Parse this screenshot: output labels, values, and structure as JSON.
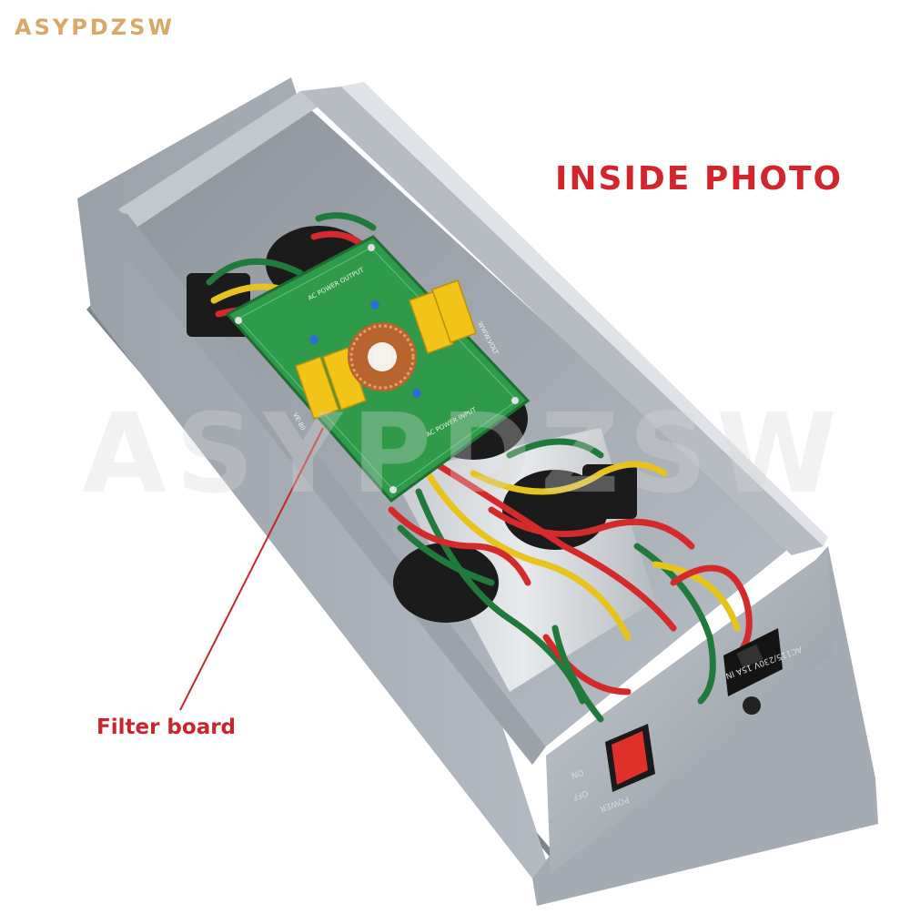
{
  "brand": {
    "text": "ASYPDZSW",
    "color": "#d9a766"
  },
  "headline": {
    "text": "INSIDE PHOTO",
    "color": "#d3252b"
  },
  "callout": {
    "text": "Filter board",
    "color": "#c9252b"
  },
  "watermark": {
    "text": "ASYPDZSW"
  },
  "pcb": {
    "output_label": "AC POWER OUTPUT",
    "input_label": "AC POWER INPUT",
    "model_label": "VE-80",
    "site_label": "WWW.VOLT"
  },
  "panel": {
    "on_label": "ON",
    "off_label": "OFF",
    "power_label": "POWER",
    "ac_label": "AC115/230V 15A IN"
  },
  "colors": {
    "chassis": "#a9b0b8",
    "chassis_dark": "#6f7780",
    "pcb": "#2e9a4a",
    "capacitor": "#f2c418",
    "wire_red": "#d42a2a",
    "wire_yellow": "#e8c21d",
    "wire_green": "#1f7a3c",
    "switch": "#e0302a"
  }
}
